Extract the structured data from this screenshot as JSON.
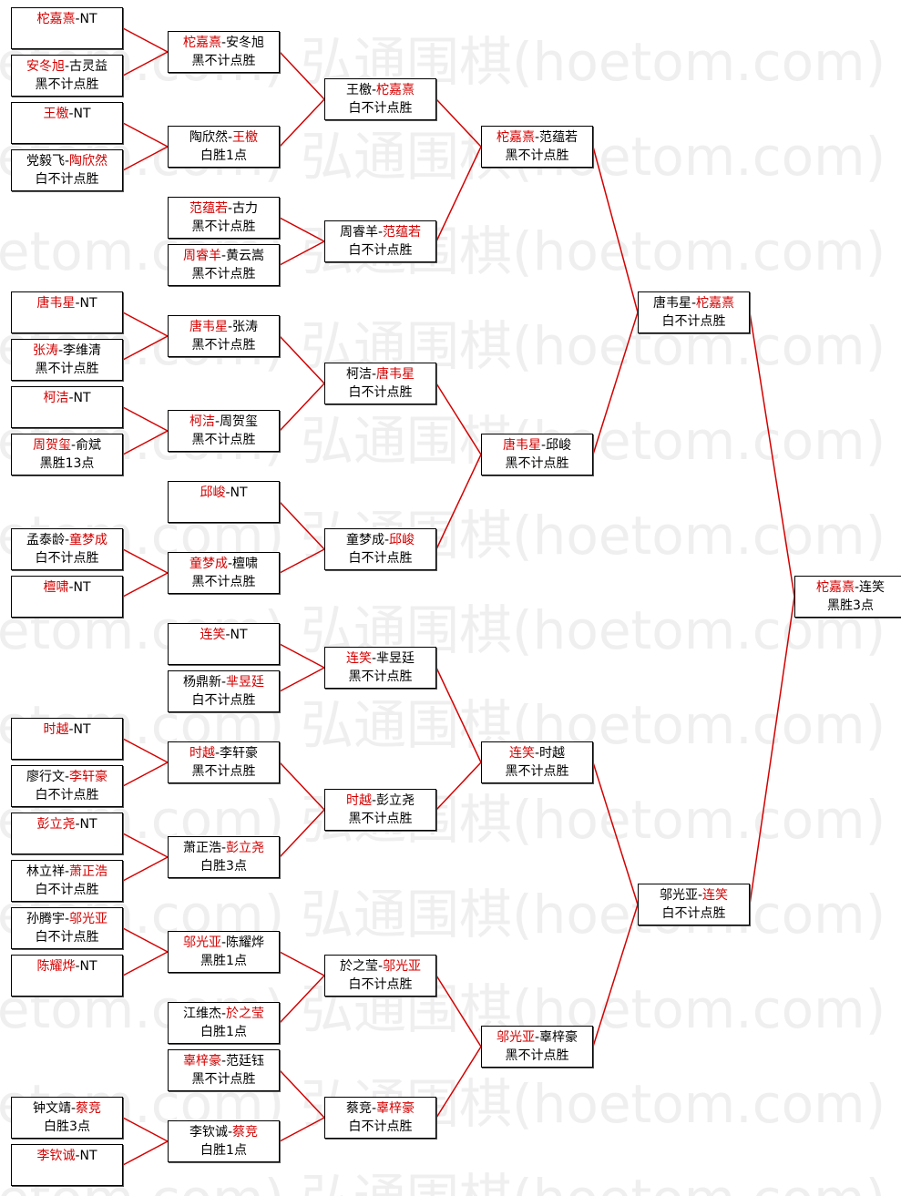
{
  "watermark": {
    "text": "弘通围棋(hoetom.com)",
    "color": "#efefef"
  },
  "colors": {
    "winner": "#d40000",
    "line": "#d40000",
    "border": "#000000"
  },
  "rounds": [
    [
      {
        "id": "r1-1",
        "a": "柁嘉熹",
        "b": "NT",
        "w": "a",
        "res": ""
      },
      {
        "id": "r1-2",
        "a": "安冬旭",
        "b": "古灵益",
        "w": "a",
        "res": "黑不计点胜"
      },
      {
        "id": "r1-3",
        "a": "王檄",
        "b": "NT",
        "w": "a",
        "res": ""
      },
      {
        "id": "r1-4",
        "a": "党毅飞",
        "b": "陶欣然",
        "w": "b",
        "res": "白不计点胜"
      },
      {
        "id": "r1-5",
        "a": "唐韦星",
        "b": "NT",
        "w": "a",
        "res": ""
      },
      {
        "id": "r1-6",
        "a": "张涛",
        "b": "李维清",
        "w": "a",
        "res": "黑不计点胜"
      },
      {
        "id": "r1-7",
        "a": "柯洁",
        "b": "NT",
        "w": "a",
        "res": ""
      },
      {
        "id": "r1-8",
        "a": "周贺玺",
        "b": "俞斌",
        "w": "a",
        "res": "黑胜13点"
      },
      {
        "id": "r1-9",
        "a": "孟泰龄",
        "b": "童梦成",
        "w": "b",
        "res": "白不计点胜"
      },
      {
        "id": "r1-10",
        "a": "檀啸",
        "b": "NT",
        "w": "a",
        "res": ""
      },
      {
        "id": "r1-11",
        "a": "时越",
        "b": "NT",
        "w": "a",
        "res": ""
      },
      {
        "id": "r1-12",
        "a": "廖行文",
        "b": "李轩豪",
        "w": "b",
        "res": "白不计点胜"
      },
      {
        "id": "r1-13",
        "a": "彭立尧",
        "b": "NT",
        "w": "a",
        "res": ""
      },
      {
        "id": "r1-14",
        "a": "林立祥",
        "b": "萧正浩",
        "w": "b",
        "res": "白不计点胜"
      },
      {
        "id": "r1-15",
        "a": "孙腾宇",
        "b": "邬光亚",
        "w": "b",
        "res": "白不计点胜"
      },
      {
        "id": "r1-16",
        "a": "陈耀烨",
        "b": "NT",
        "w": "a",
        "res": ""
      },
      {
        "id": "r1-17",
        "a": "钟文靖",
        "b": "蔡竞",
        "w": "b",
        "res": "白胜3点"
      },
      {
        "id": "r1-18",
        "a": "李钦诚",
        "b": "NT",
        "w": "a",
        "res": ""
      }
    ],
    [
      {
        "id": "r2-1",
        "a": "柁嘉熹",
        "b": "安冬旭",
        "w": "a",
        "res": "黑不计点胜"
      },
      {
        "id": "r2-2",
        "a": "陶欣然",
        "b": "王檄",
        "w": "b",
        "res": "白胜1点"
      },
      {
        "id": "r2-3",
        "a": "范蕴若",
        "b": "古力",
        "w": "a",
        "res": "黑不计点胜"
      },
      {
        "id": "r2-4",
        "a": "周睿羊",
        "b": "黄云嵩",
        "w": "a",
        "res": "黑不计点胜"
      },
      {
        "id": "r2-5",
        "a": "唐韦星",
        "b": "张涛",
        "w": "a",
        "res": "黑不计点胜"
      },
      {
        "id": "r2-6",
        "a": "柯洁",
        "b": "周贺玺",
        "w": "a",
        "res": "黑不计点胜"
      },
      {
        "id": "r2-7",
        "a": "邱峻",
        "b": "NT",
        "w": "a",
        "res": ""
      },
      {
        "id": "r2-8",
        "a": "童梦成",
        "b": "檀啸",
        "w": "a",
        "res": "黑不计点胜"
      },
      {
        "id": "r2-9",
        "a": "连笑",
        "b": "NT",
        "w": "a",
        "res": ""
      },
      {
        "id": "r2-10",
        "a": "杨鼎新",
        "b": "芈昱廷",
        "w": "b",
        "res": "白不计点胜"
      },
      {
        "id": "r2-11",
        "a": "时越",
        "b": "李轩豪",
        "w": "a",
        "res": "黑不计点胜"
      },
      {
        "id": "r2-12",
        "a": "萧正浩",
        "b": "彭立尧",
        "w": "b",
        "res": "白胜3点"
      },
      {
        "id": "r2-13",
        "a": "邬光亚",
        "b": "陈耀烨",
        "w": "a",
        "res": "黑胜1点"
      },
      {
        "id": "r2-14",
        "a": "江维杰",
        "b": "於之莹",
        "w": "b",
        "res": "白胜1点"
      },
      {
        "id": "r2-15",
        "a": "辜梓豪",
        "b": "范廷钰",
        "w": "a",
        "res": "黑不计点胜"
      },
      {
        "id": "r2-16",
        "a": "李钦诚",
        "b": "蔡竞",
        "w": "b",
        "res": "白胜1点"
      }
    ],
    [
      {
        "id": "r3-1",
        "a": "王檄",
        "b": "柁嘉熹",
        "w": "b",
        "res": "白不计点胜"
      },
      {
        "id": "r3-2",
        "a": "周睿羊",
        "b": "范蕴若",
        "w": "b",
        "res": "白不计点胜"
      },
      {
        "id": "r3-3",
        "a": "柯洁",
        "b": "唐韦星",
        "w": "b",
        "res": "白不计点胜"
      },
      {
        "id": "r3-4",
        "a": "童梦成",
        "b": "邱峻",
        "w": "b",
        "res": "白不计点胜"
      },
      {
        "id": "r3-5",
        "a": "连笑",
        "b": "芈昱廷",
        "w": "a",
        "res": "黑不计点胜"
      },
      {
        "id": "r3-6",
        "a": "时越",
        "b": "彭立尧",
        "w": "a",
        "res": "黑不计点胜"
      },
      {
        "id": "r3-7",
        "a": "於之莹",
        "b": "邬光亚",
        "w": "b",
        "res": "白不计点胜"
      },
      {
        "id": "r3-8",
        "a": "蔡竞",
        "b": "辜梓豪",
        "w": "b",
        "res": "白不计点胜"
      }
    ],
    [
      {
        "id": "r4-1",
        "a": "柁嘉熹",
        "b": "范蕴若",
        "w": "a",
        "res": "黑不计点胜"
      },
      {
        "id": "r4-2",
        "a": "唐韦星",
        "b": "邱峻",
        "w": "a",
        "res": "黑不计点胜"
      },
      {
        "id": "r4-3",
        "a": "连笑",
        "b": "时越",
        "w": "a",
        "res": "黑不计点胜"
      },
      {
        "id": "r4-4",
        "a": "邬光亚",
        "b": "辜梓豪",
        "w": "a",
        "res": "黑不计点胜"
      }
    ],
    [
      {
        "id": "r5-1",
        "a": "唐韦星",
        "b": "柁嘉熹",
        "w": "b",
        "res": "白不计点胜"
      },
      {
        "id": "r5-2",
        "a": "邬光亚",
        "b": "连笑",
        "w": "b",
        "res": "白不计点胜"
      }
    ],
    [
      {
        "id": "r6-1",
        "a": "柁嘉熹",
        "b": "连笑",
        "w": "a",
        "res": "黑胜3点"
      }
    ]
  ]
}
